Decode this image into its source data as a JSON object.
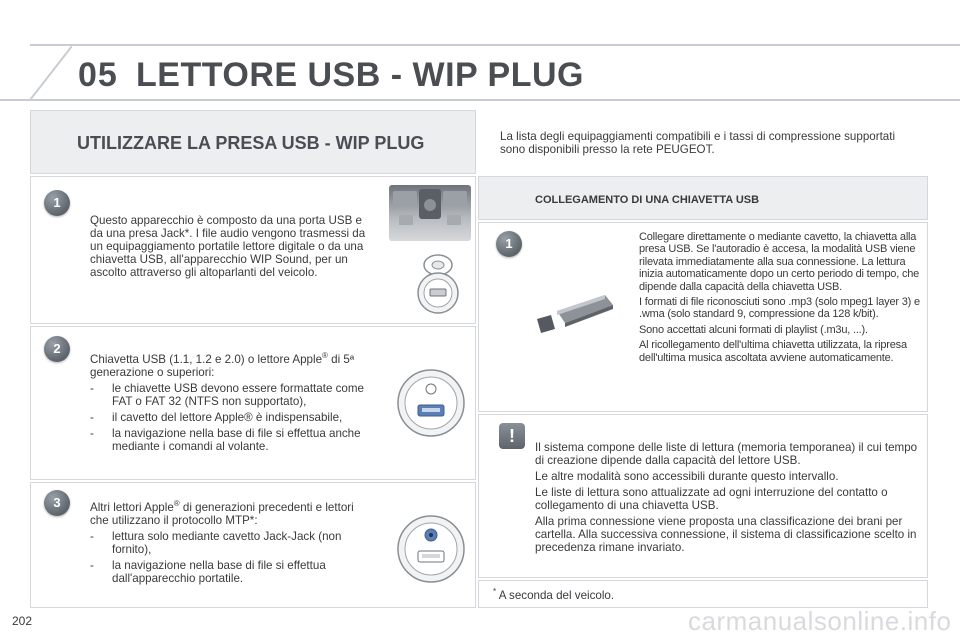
{
  "header": {
    "chapter_number": "05",
    "title": "LETTORE USB - WIP PLUG"
  },
  "left": {
    "subtitle": "UTILIZZARE LA PRESA USB - WIP PLUG",
    "sections": [
      {
        "badge": "1",
        "paragraph": "Questo apparecchio è composto da una porta USB e da una presa Jack*. I file audio vengono trasmessi da un equipaggiamento portatile lettore digitale o da una chiavetta USB, all'apparecchio WIP Sound, per un ascolto attraverso gli altoparlanti del veicolo."
      },
      {
        "badge": "2",
        "intro_a": "Chiavetta USB (1.1, 1.2 e 2.0) o lettore Apple",
        "intro_sup": "®",
        "intro_b": " di 5ª generazione o superiori:",
        "items": [
          "le chiavette USB devono essere formattate come FAT o FAT 32 (NTFS non supportato),",
          "il cavetto del lettore Apple® è indispensabile,",
          "la navigazione nella base di file si effettua anche mediante i comandi al volante."
        ]
      },
      {
        "badge": "3",
        "intro_a": "Altri lettori Apple",
        "intro_sup": "®",
        "intro_b": " di generazioni precedenti e lettori che utilizzano il protocollo MTP*:",
        "items": [
          "lettura solo mediante cavetto Jack-Jack (non fornito),",
          "la navigazione nella base di file si effettua dall'apparecchio portatile."
        ]
      }
    ],
    "dash_symbol": "-"
  },
  "right": {
    "intro": "La lista degli equipaggiamenti compatibili e i tassi di compressione supportati sono disponibili presso la rete PEUGEOT.",
    "connection_title": "COLLEGAMENTO DI UNA CHIAVETTA USB",
    "connection_badge": "1",
    "connection_paragraphs": [
      "Collegare direttamente o mediante cavetto, la chiavetta alla presa USB. Se l'autoradio è accesa, la modalità USB viene rilevata immediatamente alla sua connessione. La lettura inizia automaticamente dopo un certo periodo di tempo, che dipende dalla capacità della chiavetta USB.",
      "I formati di file riconosciuti sono .mp3 (solo mpeg1 layer 3) e .wma (solo standard 9, compressione da 128 k/bit).",
      "Sono accettati alcuni formati di playlist (.m3u, ...).",
      "Al ricollegamento dell'ultima chiavetta utilizzata, la ripresa dell'ultima musica ascoltata avviene automaticamente."
    ],
    "warning_symbol": "!",
    "warning_paragraphs": [
      "Il sistema compone delle liste di lettura (memoria temporanea) il cui tempo di creazione dipende dalla capacità del lettore USB.",
      "Le altre modalità sono accessibili durante questo intervallo.",
      "Le liste di lettura sono attualizzate ad ogni interruzione del contatto o collegamento di una chiavetta USB.",
      "Alla prima connessione viene proposta una classificazione dei brani per cartella. Alla successiva connessione, il sistema di classificazione scelto in precedenza rimane invariato."
    ],
    "footnote_mark": "*",
    "footnote": "A seconda del veicolo."
  },
  "footer": {
    "page_number": "202",
    "watermark": "carmanualsonline.info"
  }
}
